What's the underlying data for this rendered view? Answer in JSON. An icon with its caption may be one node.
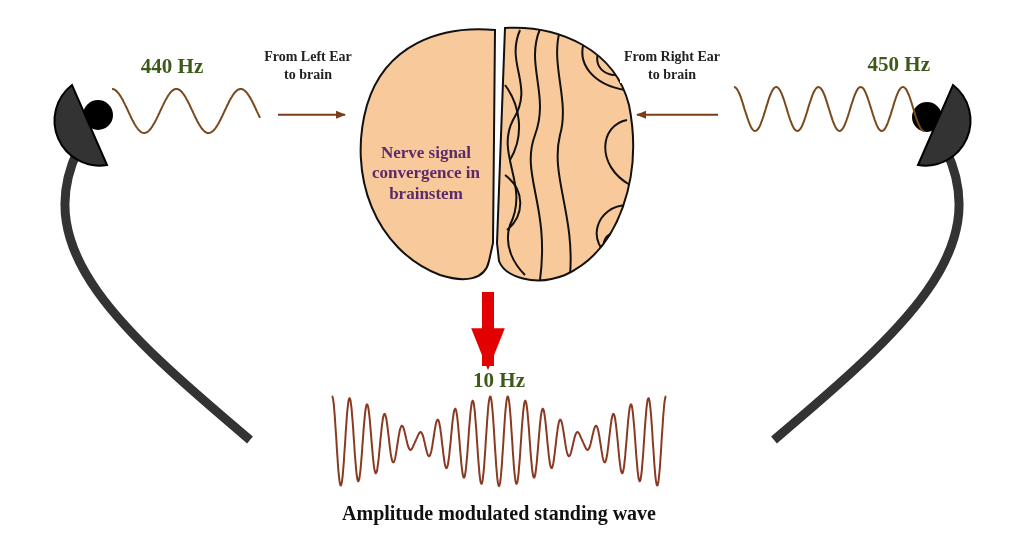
{
  "diagram": {
    "caption": "Amplitude modulated standing wave",
    "nodes": [
      {
        "text": [
          "440 Hz"
        ]
      },
      {
        "text": [
          "Nerve signal convergence in brainstem"
        ]
      },
      {
        "text": [
          "450 Hz"
        ]
      },
      {
        "text": [
          "10 Hz"
        ]
      }
    ],
    "edges": [
      {
        "from": 0,
        "to": 1,
        "arrow": "to",
        "label": "From Left Ear to brain"
      },
      {
        "from": 2,
        "to": 1,
        "arrow": "to",
        "label": "From Right Ear to brain"
      },
      {
        "from": 1,
        "to": 3,
        "arrow": "to",
        "style": "thick",
        "color": "#e30000"
      }
    ]
  }
}
